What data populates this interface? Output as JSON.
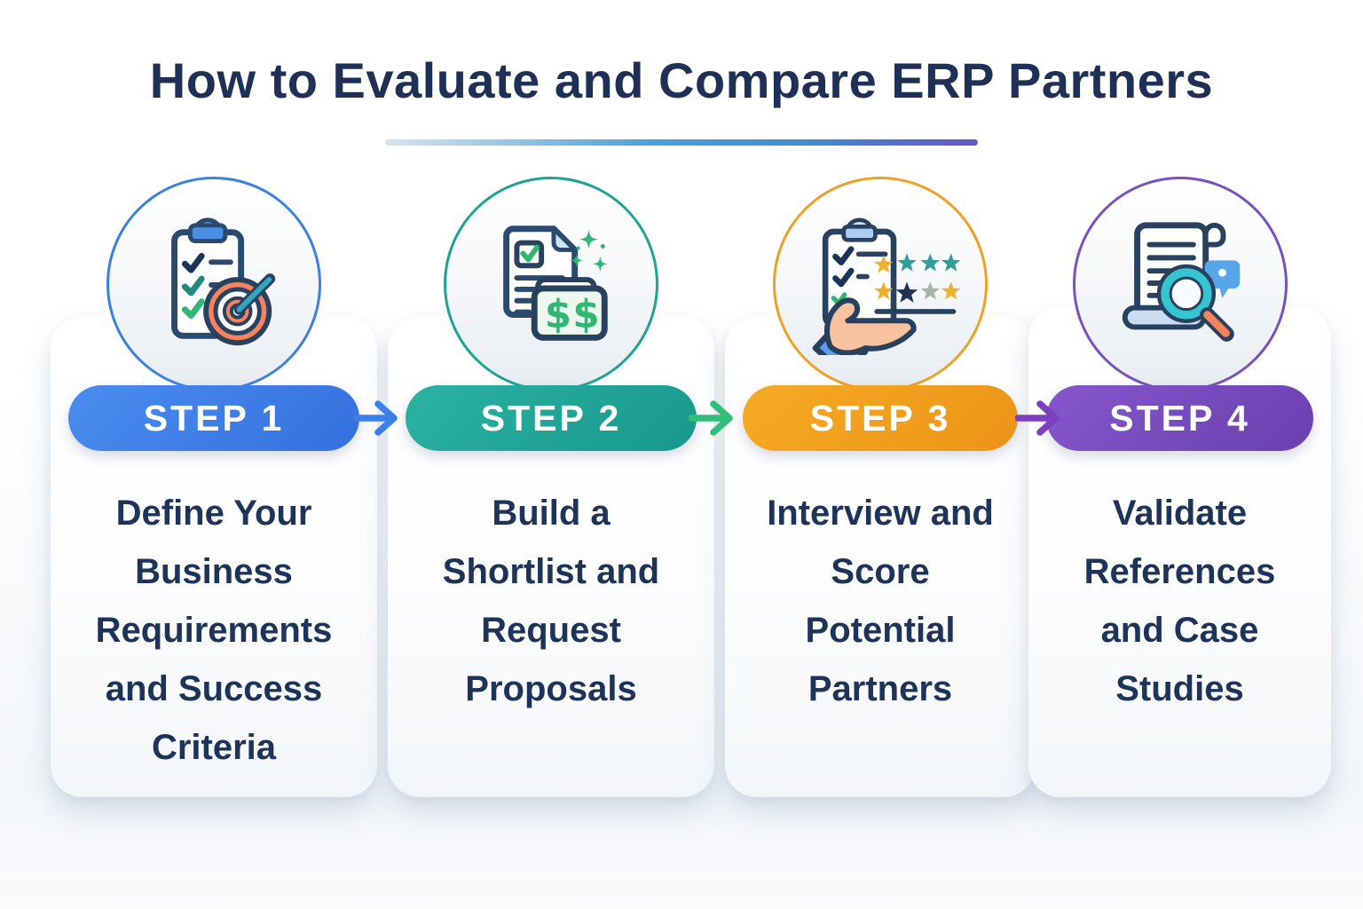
{
  "title": "How to Evaluate and Compare ERP Partners",
  "title_underline": {
    "gradient": [
      "#d6e5ef",
      "#4aa0d8",
      "#3f8fd2",
      "#6456c6"
    ]
  },
  "palette": {
    "title_color": "#1e3055",
    "description_color": "#1d3357",
    "background": "#ffffff",
    "background_tint": "#f3f6fa",
    "icon_outline": "#27415f"
  },
  "steps": [
    {
      "badge": "STEP 1",
      "icon": "clipboard-checklist-target-icon",
      "ring_color": "#3b82e0",
      "pill_gradient": [
        "#4a8df0",
        "#3470dd"
      ],
      "text": "Define Your Business Requirements and Success Criteria",
      "lines": [
        "Define Your",
        "Business",
        "Requirements",
        "and Success",
        "Criteria"
      ]
    },
    {
      "badge": "STEP 2",
      "icon": "document-dollar-sparkles-icon",
      "ring_color": "#1fa396",
      "pill_gradient": [
        "#2cb2a3",
        "#17988b"
      ],
      "text": "Build a Shortlist and Request Proposals",
      "lines": [
        "Build a",
        "Shortlist and",
        "Request",
        "Proposals"
      ]
    },
    {
      "badge": "STEP 3",
      "icon": "scorecard-stars-hand-icon",
      "ring_color": "#f0a125",
      "pill_gradient": [
        "#f5ab25",
        "#ec9317"
      ],
      "text": "Interview and Score Potential Partners",
      "lines": [
        "Interview and",
        "Score",
        "Potential",
        "Partners"
      ]
    },
    {
      "badge": "STEP 4",
      "icon": "document-magnifier-icon",
      "ring_color": "#7a4fc0",
      "pill_gradient": [
        "#8657cc",
        "#6a3fae"
      ],
      "text": "Validate References and Case Studies",
      "lines": [
        "Validate",
        "References",
        "and Case",
        "Studies"
      ]
    }
  ],
  "arrows": [
    {
      "name": "arrow-step1-to-step2",
      "color": "#3b7fe8"
    },
    {
      "name": "arrow-step2-to-step3",
      "color": "#33bd7b"
    },
    {
      "name": "arrow-step3-to-step4",
      "color": "#7b3fbf"
    }
  ]
}
